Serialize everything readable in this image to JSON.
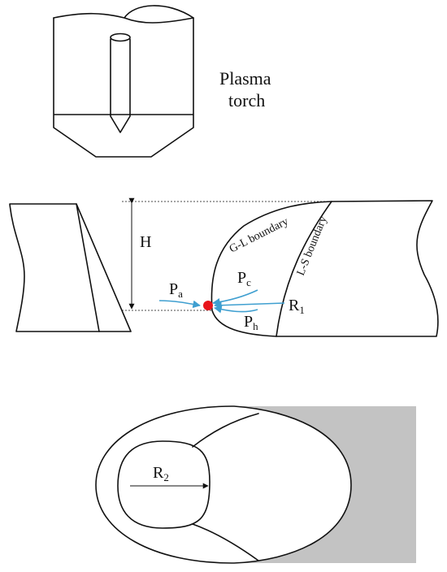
{
  "torch": {
    "label_line1": "Plasma",
    "label_line2": "torch"
  },
  "melt_pool": {
    "height_label": "H",
    "gl_boundary": "G-L boundary",
    "ls_boundary": "L-S boundary",
    "pa": {
      "base": "P",
      "sub": "a"
    },
    "pc": {
      "base": "P",
      "sub": "c"
    },
    "ph": {
      "base": "P",
      "sub": "h"
    },
    "r1": {
      "base": "R",
      "sub": "1"
    }
  },
  "top_view": {
    "r2": {
      "base": "R",
      "sub": "2"
    }
  },
  "colors": {
    "arrow": "#3f9fd0",
    "point": "#e8141b",
    "shade": "#c3c3c3"
  }
}
